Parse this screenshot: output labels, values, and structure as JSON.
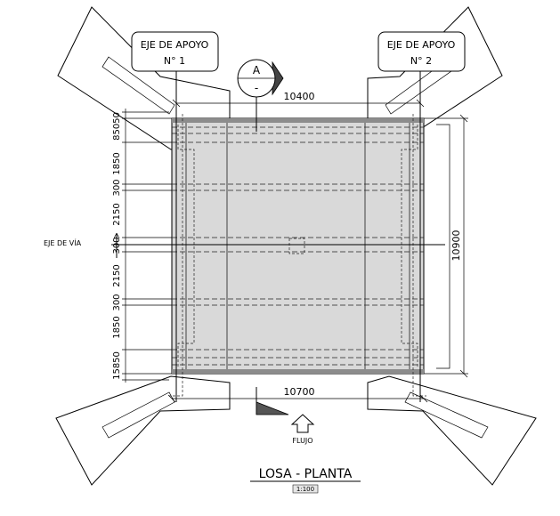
{
  "drawing": {
    "support_axis_1": {
      "line1": "EJE DE APOYO",
      "line2": "N° 1"
    },
    "support_axis_2": {
      "line1": "EJE DE APOYO",
      "line2": "N° 2"
    },
    "section_marker": {
      "letter": "A",
      "sheet": "-"
    },
    "top_width": "10400",
    "bottom_width": "10700",
    "right_height": "10900",
    "road_axis_label": "EJE DE VÍA",
    "flow_label": "FLUJO",
    "title": "LOSA - PLANTA",
    "scale": "1:100",
    "left_dims": {
      "top_stack": "85050",
      "d1": "1850",
      "d2": "300",
      "d3": "2150",
      "d4": "300",
      "d5": "2150",
      "d6": "300",
      "d7": "1850",
      "bottom_stack": "15850"
    }
  },
  "colors": {
    "slab_fill": "#d9d9d9",
    "edge_band": "#8c8c8c",
    "line": "#000000"
  }
}
